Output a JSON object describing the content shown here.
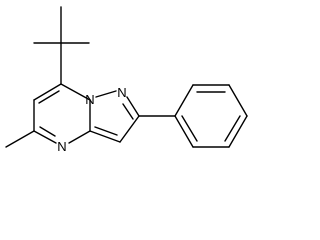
{
  "molecule": {
    "atoms": [
      {
        "symbol": "N"
      },
      {
        "symbol": "N"
      },
      {
        "symbol": "N"
      }
    ]
  },
  "colors": {
    "bond": "#000000",
    "background": "#ffffff"
  }
}
